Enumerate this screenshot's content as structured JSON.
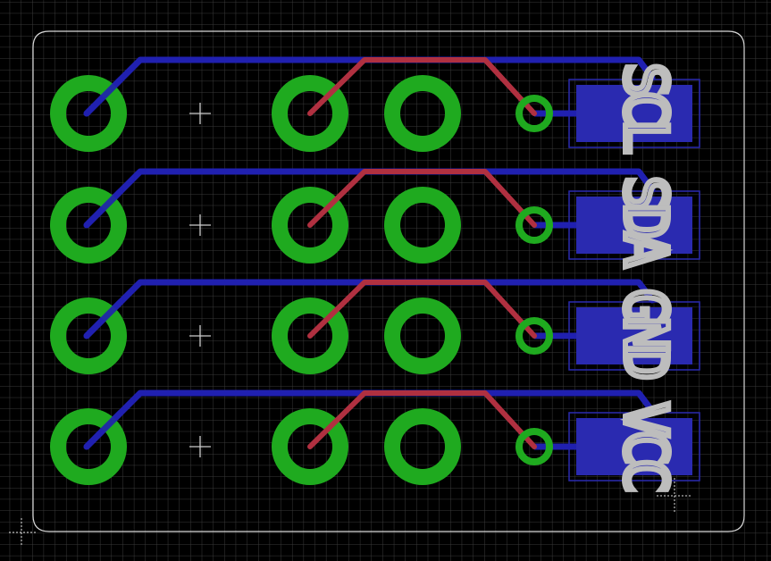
{
  "view": {
    "background": "#000000",
    "grid_color": "#3a3a3a",
    "outline_color": "#d8d8d8",
    "bottom_trace_color": "#2020b0",
    "top_trace_color": "#b03040",
    "pad_color": "#1faa1f",
    "smd_color": "#2a2ab0",
    "silk_color": "#bdbdbd",
    "origin_marker_color": "#dddddd"
  },
  "board": {
    "rows": 4,
    "through_hole_pads_per_row": 3,
    "vias_per_row": 1,
    "smd_pads_per_row": 1,
    "silkscreen_text": "SCL SDA GND VCC"
  }
}
